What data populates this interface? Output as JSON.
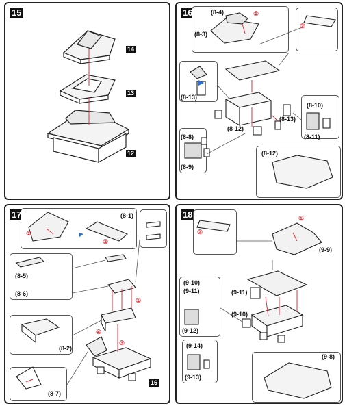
{
  "panels": {
    "p15": {
      "step": "15",
      "tags": [
        "14",
        "13",
        "12"
      ]
    },
    "p16": {
      "step": "16",
      "labels": [
        "(8-4)",
        "(8-3)",
        "(8-13)",
        "(8-12)",
        "(8-13)",
        "(8-10)",
        "(8-11)",
        "(8-8)",
        "(8-9)",
        "(8-12)"
      ],
      "marks": [
        "①",
        "②"
      ]
    },
    "p17": {
      "step": "17",
      "labels": [
        "(8-1)",
        "(8-5)",
        "(8-6)",
        "(8-2)",
        "(8-7)"
      ],
      "marks": [
        "①",
        "②",
        "①",
        "④",
        "③"
      ],
      "tag": "16"
    },
    "p18": {
      "step": "18",
      "labels": [
        "(9-9)",
        "(9-10)",
        "(9-11)",
        "(9-11)",
        "(9-10)",
        "(9-12)",
        "(9-14)",
        "(9-13)",
        "(9-8)"
      ],
      "marks": [
        "①",
        "②"
      ]
    }
  },
  "colors": {
    "accent": "#e0303a",
    "line": "#222222",
    "hint": "#2a6fd6"
  }
}
